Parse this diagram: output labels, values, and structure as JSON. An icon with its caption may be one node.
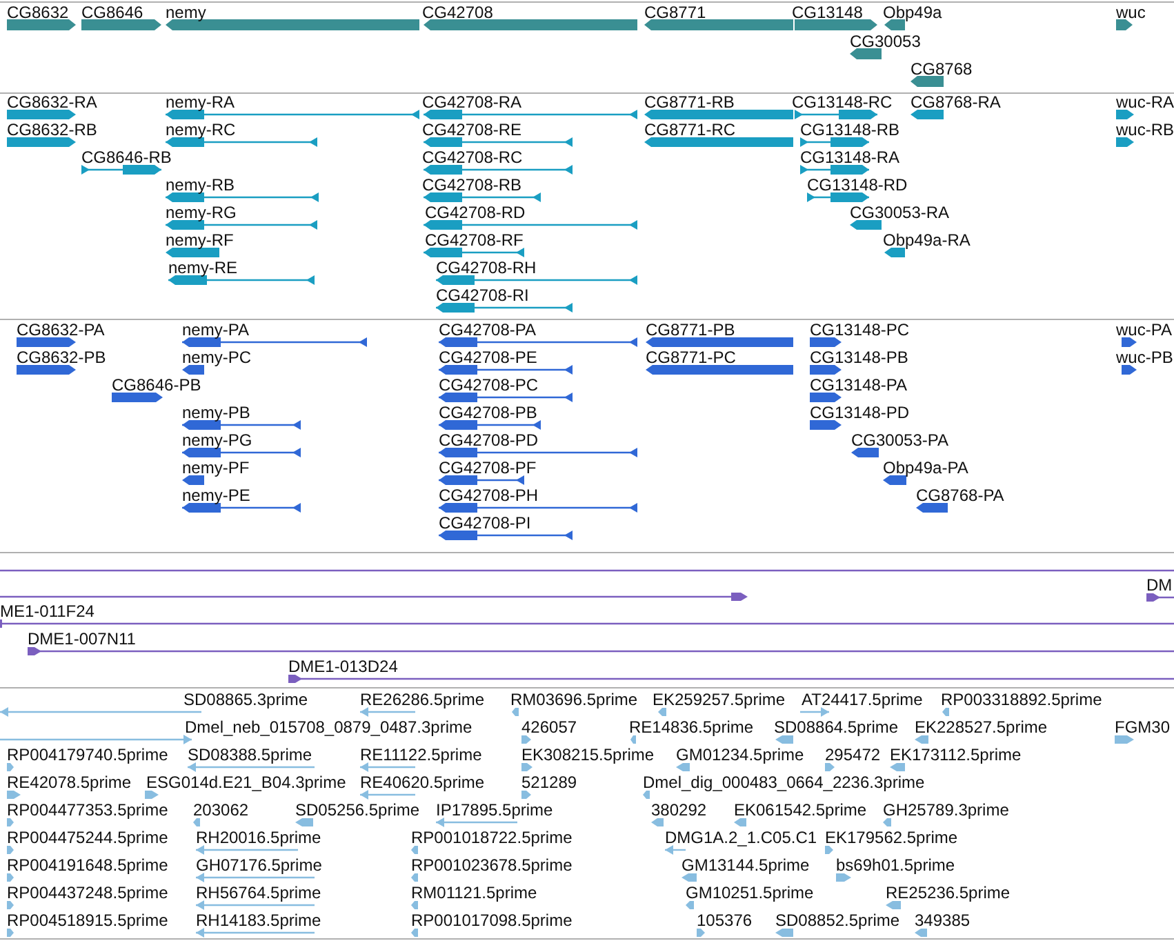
{
  "diagram": {
    "labels": [
      "CG8632",
      "CG8646",
      "nemy",
      "CG42708",
      "CG8771",
      "CG13148",
      "Obp49a",
      "CG30053",
      "CG8768",
      "wuc",
      "CG8632-RA",
      "nemy-RA",
      "CG42708-RA",
      "CG8771-RB",
      "CG13148-RC",
      "CG8768-RA",
      "wuc-RA",
      "CG8632-RB",
      "nemy-RC",
      "CG42708-RE",
      "CG8771-RC",
      "CG13148-RB",
      "wuc-RB",
      "CG8646-RB",
      "CG42708-RC",
      "CG13148-RA",
      "nemy-RB",
      "CG42708-RB",
      "CG13148-RD",
      "nemy-RG",
      "CG42708-RD",
      "CG30053-RA",
      "nemy-RF",
      "CG42708-RF",
      "Obp49a-RA",
      "nemy-RE",
      "CG42708-RH",
      "CG42708-RI",
      "CG8632-PA",
      "nemy-PA",
      "CG42708-PA",
      "CG8771-PB",
      "CG13148-PC",
      "wuc-PA",
      "CG8632-PB",
      "nemy-PC",
      "CG42708-PE",
      "CG8771-PC",
      "CG13148-PB",
      "wuc-PB",
      "CG8646-PB",
      "CG42708-PC",
      "CG13148-PA",
      "nemy-PB",
      "CG42708-PB",
      "CG13148-PD",
      "nemy-PG",
      "CG42708-PD",
      "CG30053-PA",
      "nemy-PF",
      "CG42708-PF",
      "Obp49a-PA",
      "nemy-PE",
      "CG42708-PH",
      "CG8768-PA",
      "CG42708-PI",
      "DM",
      "ME1-011F24",
      "DME1-007N11",
      "DME1-013D24",
      "SD08865.3prime",
      "RE26286.5prime",
      "RM03696.5prime",
      "EK259257.5prime",
      "AT24417.5prime",
      "RP003318892.5prime",
      "Dmel_neb_015708_0879_0487.3prime",
      "426057",
      "RE14836.5prime",
      "SD08864.5prime",
      "EK228527.5prime",
      "FGM30",
      "RP004179740.5prime",
      "SD08388.5prime",
      "RE11122.5prime",
      "EK308215.5prime",
      "GM01234.5prime",
      "295472",
      "EK173112.5prime",
      "RE42078.5prime",
      "ESG014d.E21_B04.3prime",
      "RE40620.5prime",
      "521289",
      "Dmel_dig_000483_0664_2236.3prime",
      "RP004477353.5prime",
      "203062",
      "SD05256.5prime",
      "IP17895.5prime",
      "380292",
      "EK061542.5prime",
      "GH25789.3prime",
      "RP004475244.5prime",
      "RH20016.5prime",
      "RP001018722.5prime",
      "DMG1A.2_1.C05.C1",
      "EK179562.5prime",
      "RP004191648.5prime",
      "GH07176.5prime",
      "RP001023678.5prime",
      "GM13144.5prime",
      "bs69h01.5prime",
      "RP004437248.5prime",
      "RH56764.5prime",
      "RM01121.5prime",
      "GM10251.5prime",
      "RE25236.5prime",
      "RP004518915.5prime",
      "RH14183.5prime",
      "RP001017098.5prime",
      "105376",
      "SD08852.5prime",
      "349385"
    ]
  }
}
